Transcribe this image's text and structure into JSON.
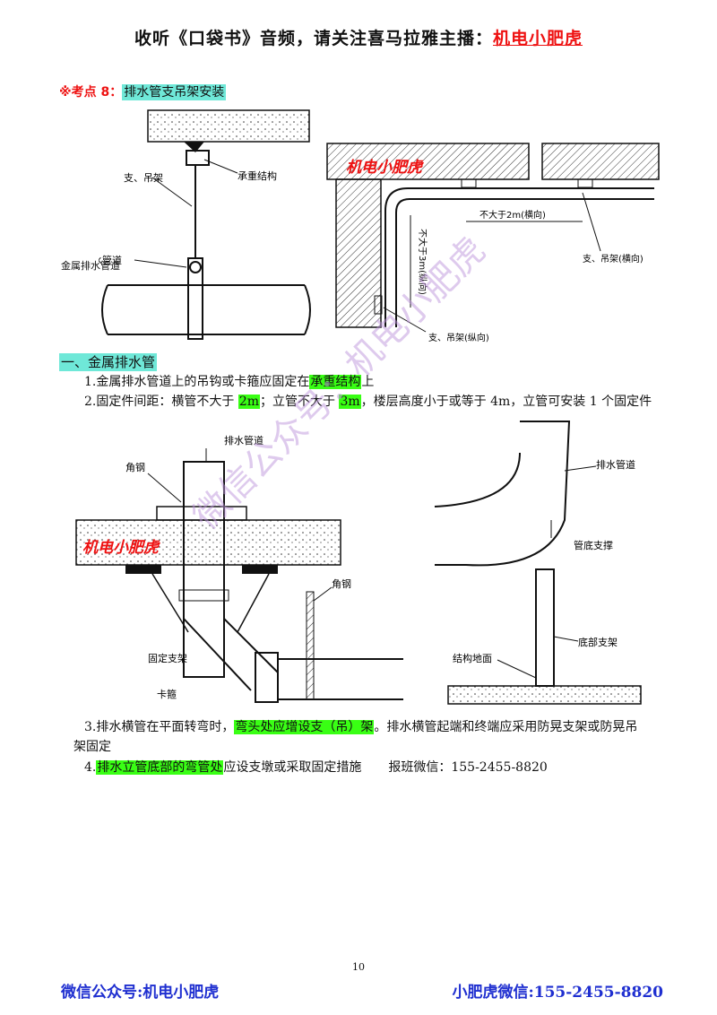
{
  "header": {
    "prefix": "收听《口袋书》音频，请关注喜马拉雅主播：",
    "name": "机电小肥虎"
  },
  "keypoint": {
    "ref": "※考点 8：",
    "title": "排水管支吊架安装"
  },
  "figure1": {
    "labels": {
      "support": "支、吊架",
      "bearing": "承重结构",
      "pipe": "金属排水管道"
    },
    "brand": "机电小肥虎",
    "labels2": {
      "horiz_dist": "不大于2m(横向)",
      "vert_dist": "不大于3m(纵向)",
      "support_h": "支、吊架(横向)",
      "support_v": "支、吊架(纵向)"
    }
  },
  "section": {
    "title": "一、金属排水管"
  },
  "items": [
    {
      "num": "1.",
      "before": "金属排水管道上的吊钩或卡箍应固定在",
      "hl": "承重结构",
      "after": "上"
    },
    {
      "num": "2.",
      "before": "固定件间距：横管不大于 ",
      "hl1": "2m",
      "mid": "；立管不大于 ",
      "hl2": "3m",
      "after": "，楼层高度小于或等于 4m，立管可安装 1 个固定件"
    }
  ],
  "figure2": {
    "labels": {
      "drain": "排水管道",
      "angle": "角钢",
      "angle2": "角钢",
      "fixed": "固定支架",
      "clamp": "卡箍"
    },
    "brand": "机电小肥虎"
  },
  "figure3": {
    "labels": {
      "drain": "排水管道",
      "bottom_brace": "管底支撑",
      "bottom_support": "底部支架",
      "ground": "结构地面"
    }
  },
  "item3": {
    "num": "3.",
    "before": "排水横管在平面转弯时，",
    "hl": "弯头处应增设支（吊）架",
    "after": "。排水横管起端和终端应采用防晃支架或防晃吊",
    "line2": "架固定"
  },
  "item4": {
    "num": "4.",
    "hl": "排水立管底部的弯管处",
    "after": "应设支墩或采取固定措施",
    "contact": "报班微信：155-2455-8820"
  },
  "watermark": "微信公众号：机电小肥虎",
  "page_number": "10",
  "footer": {
    "left": "微信公众号:机电小肥虎",
    "right": "小肥虎微信:155-2455-8820"
  }
}
